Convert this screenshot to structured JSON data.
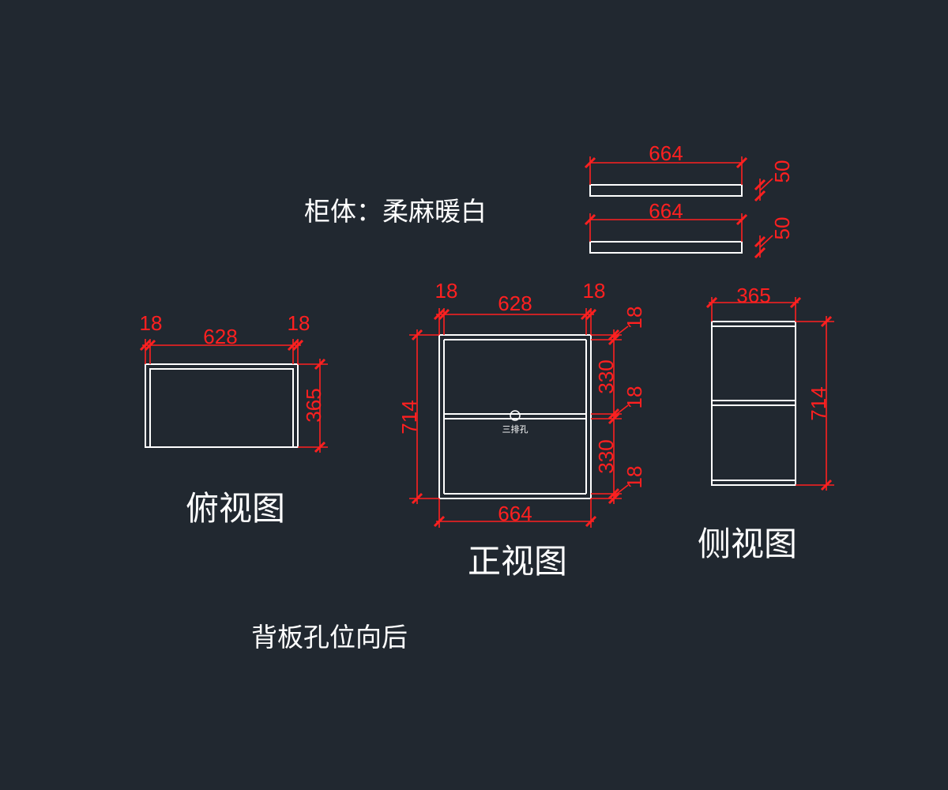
{
  "drawing": {
    "material_note": "柜体：柔麻暖白",
    "back_note": "背板孔位向后",
    "hole_label": "三排孔"
  },
  "views": {
    "top": {
      "title": "俯视图",
      "dim_left": "18",
      "dim_mid": "628",
      "dim_right": "18",
      "dim_depth": "365"
    },
    "front": {
      "title": "正视图",
      "dim_left": "18",
      "dim_mid": "628",
      "dim_right": "18",
      "dim_width": "664",
      "dim_height": "714",
      "dim_top_panel": "18",
      "dim_upper": "330",
      "dim_shelf": "18",
      "dim_lower": "330",
      "dim_bottom_panel": "18"
    },
    "side": {
      "title": "侧视图",
      "dim_depth": "365",
      "dim_height": "714"
    }
  },
  "boards": [
    {
      "length": "664",
      "thickness": "50"
    },
    {
      "length": "664",
      "thickness": "50"
    }
  ],
  "colors": {
    "background": "#212830",
    "dimension": "#ff2020",
    "outline": "#ffffff"
  }
}
